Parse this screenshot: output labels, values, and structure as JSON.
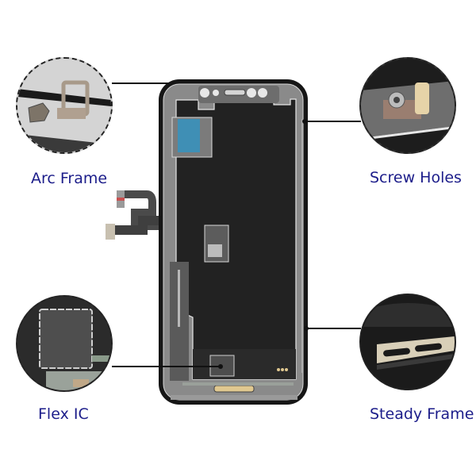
{
  "callouts": [
    {
      "id": "arc-frame",
      "label": "Arc Frame"
    },
    {
      "id": "screw-holes",
      "label": "Screw Holes"
    },
    {
      "id": "flex-ic",
      "label": "Flex IC"
    },
    {
      "id": "steady-frame",
      "label": "Steady Frame"
    }
  ],
  "colors": {
    "label": "#1c1d8a",
    "panel": "#202020",
    "frame": "#8a8a8a",
    "bezel": "#141414",
    "sticker": "#3f8fb5",
    "connector": "#e0c890"
  }
}
